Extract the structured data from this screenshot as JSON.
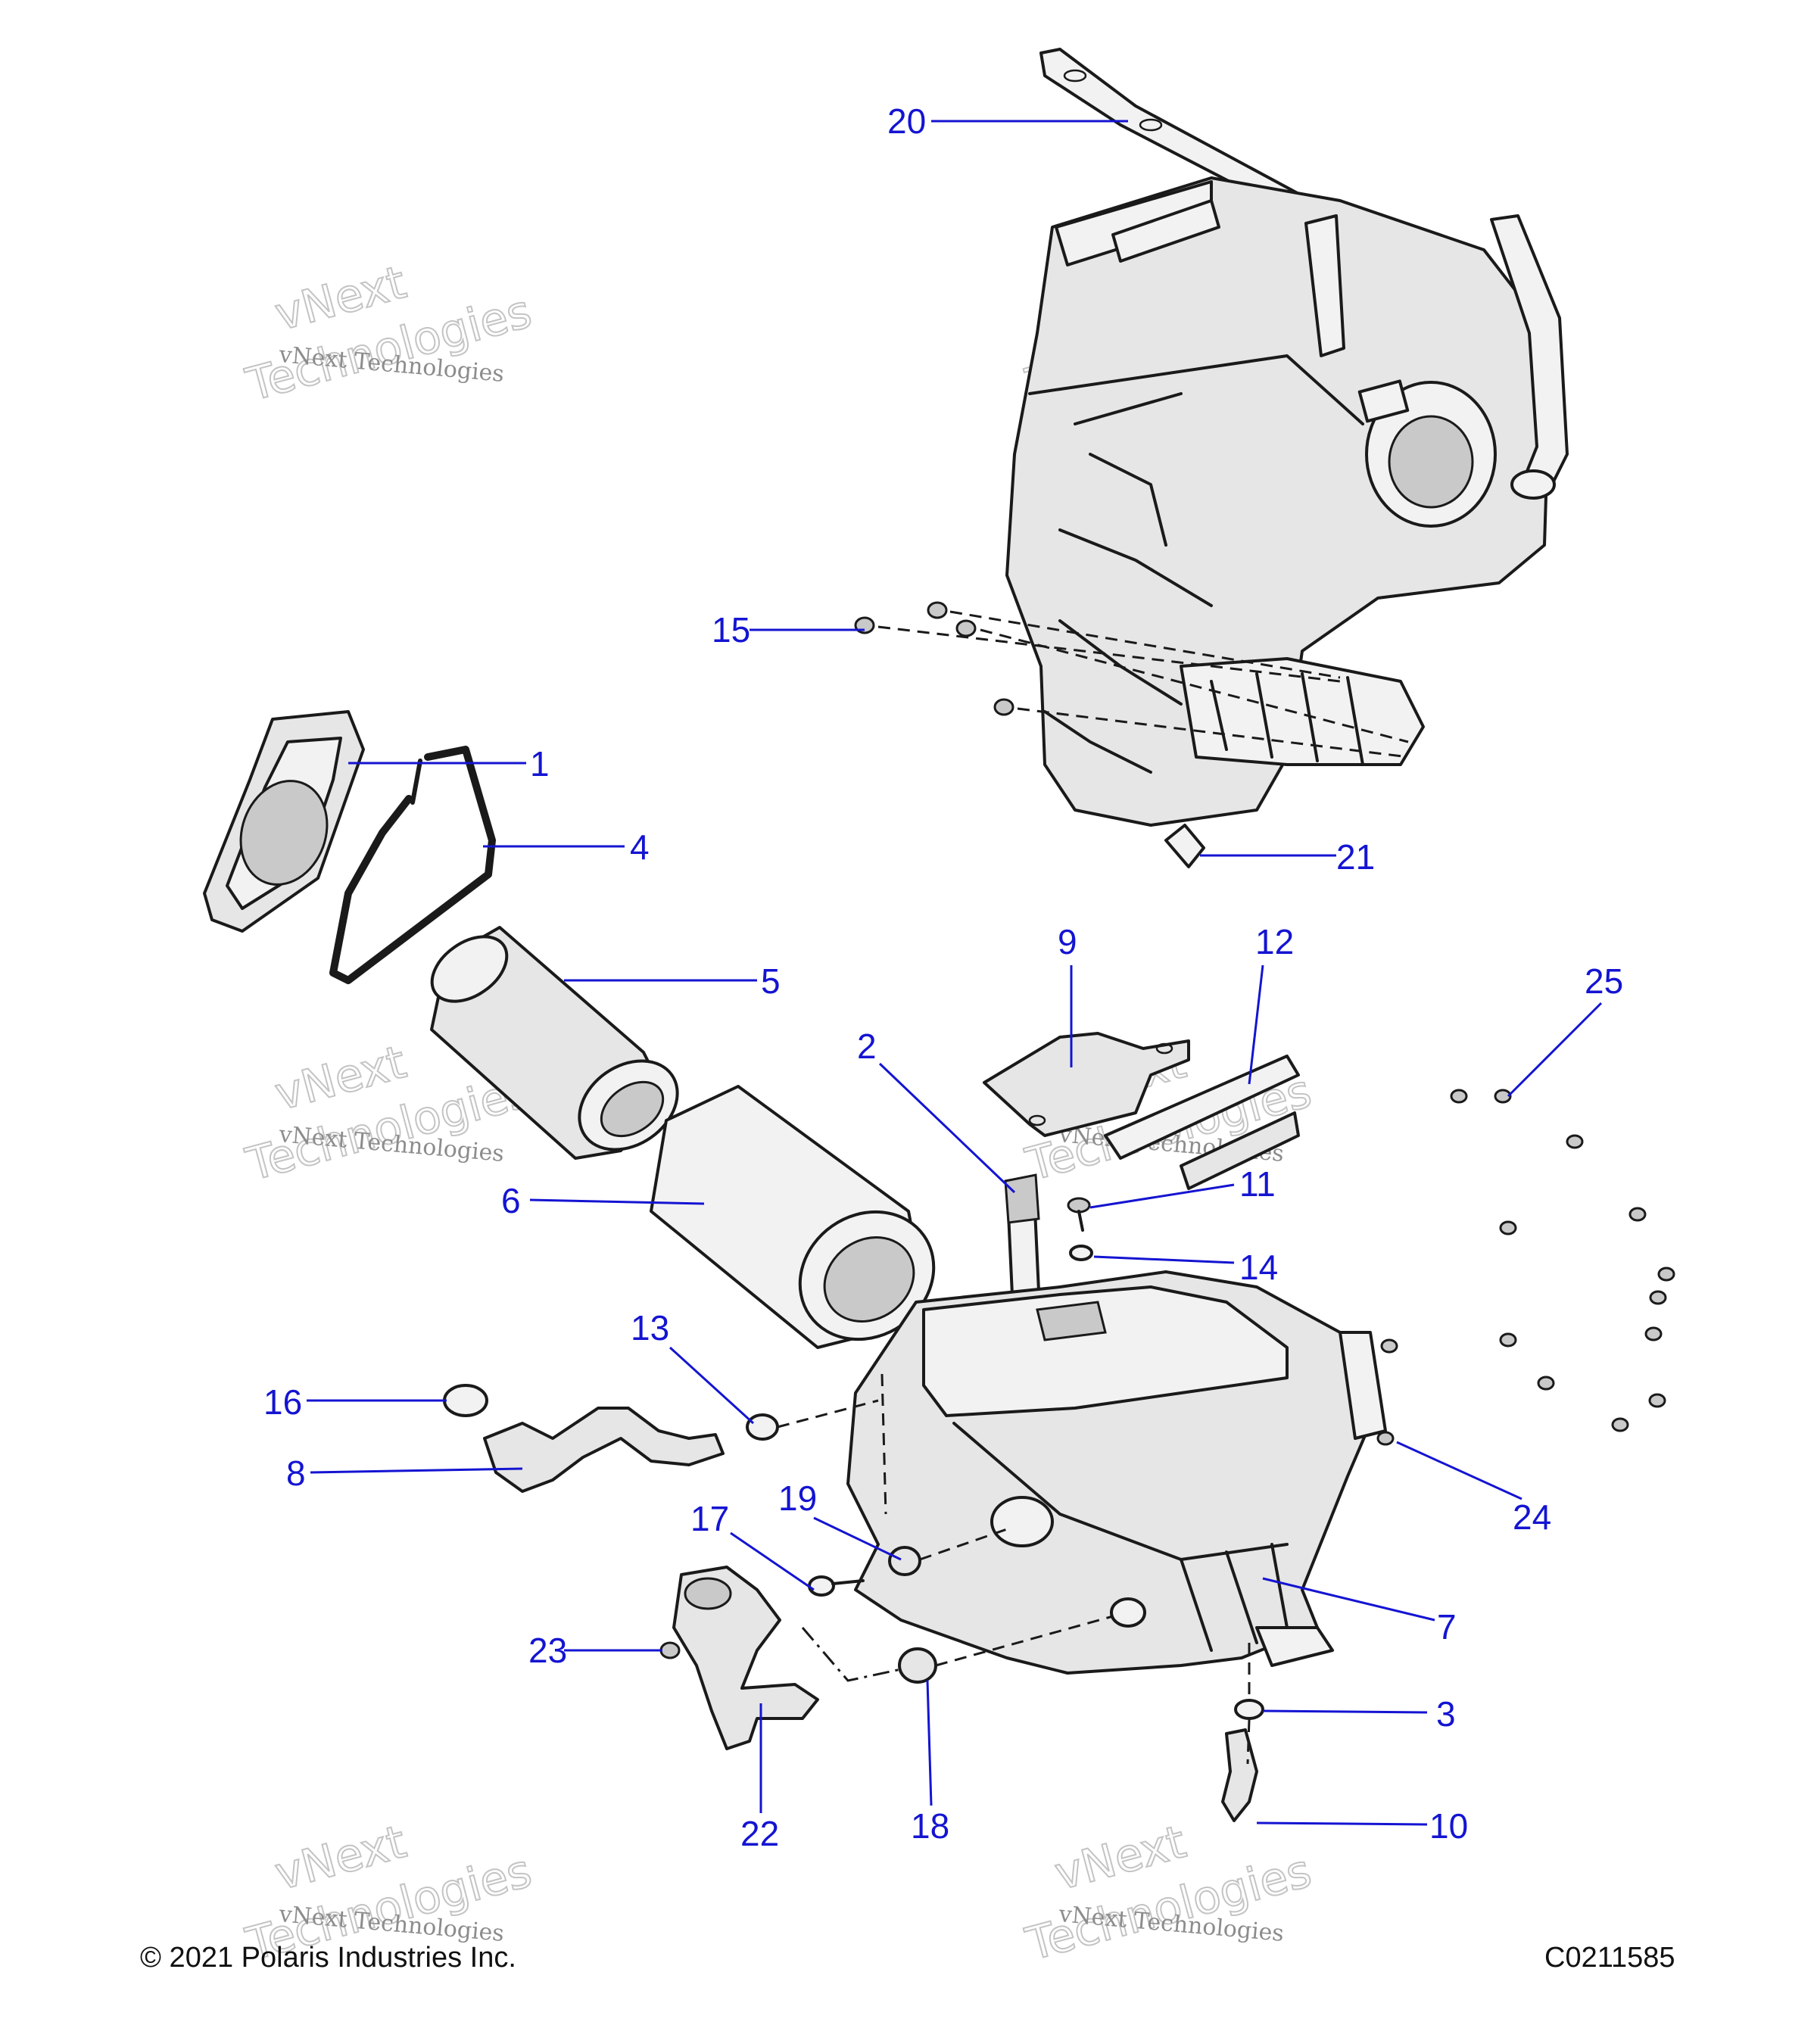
{
  "footer": {
    "copyright": "© 2021 Polaris Industries Inc.",
    "figure_code": "C0211585"
  },
  "watermark": {
    "line1": "vNext",
    "line2": "vNext Technologies",
    "line3": "Technologies"
  },
  "callouts": [
    {
      "id": "1",
      "label": "1"
    },
    {
      "id": "2",
      "label": "2"
    },
    {
      "id": "3",
      "label": "3"
    },
    {
      "id": "4",
      "label": "4"
    },
    {
      "id": "5",
      "label": "5"
    },
    {
      "id": "6",
      "label": "6"
    },
    {
      "id": "7",
      "label": "7"
    },
    {
      "id": "8",
      "label": "8"
    },
    {
      "id": "9",
      "label": "9"
    },
    {
      "id": "10",
      "label": "10"
    },
    {
      "id": "11",
      "label": "11"
    },
    {
      "id": "12",
      "label": "12"
    },
    {
      "id": "13",
      "label": "13"
    },
    {
      "id": "14",
      "label": "14"
    },
    {
      "id": "15",
      "label": "15"
    },
    {
      "id": "16",
      "label": "16"
    },
    {
      "id": "17",
      "label": "17"
    },
    {
      "id": "18",
      "label": "18"
    },
    {
      "id": "19",
      "label": "19"
    },
    {
      "id": "20",
      "label": "20"
    },
    {
      "id": "21",
      "label": "21"
    },
    {
      "id": "22",
      "label": "22"
    },
    {
      "id": "23",
      "label": "23"
    },
    {
      "id": "24",
      "label": "24"
    },
    {
      "id": "25",
      "label": "25"
    }
  ],
  "colors": {
    "callout": "#1414d2",
    "line_art": "#1a1a1a",
    "watermark": "#c4c4c4"
  }
}
